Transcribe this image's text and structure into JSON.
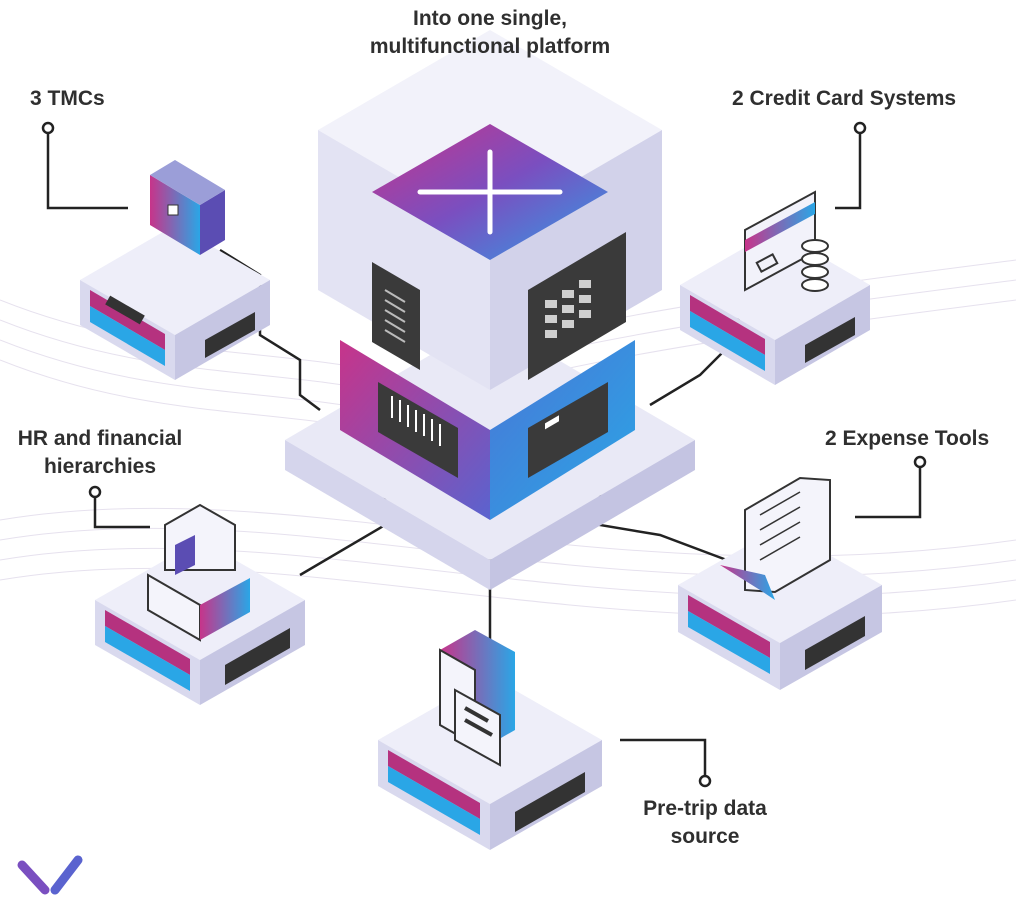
{
  "labels": {
    "platform": [
      "Into one single,",
      "multifunctional platform"
    ],
    "tmcs": "3 TMCs",
    "credit_cards": "2 Credit Card Systems",
    "hr": [
      "HR and financial",
      "hierarchies"
    ],
    "expense": "2 Expense Tools",
    "pretrip": [
      "Pre-trip data",
      "source"
    ]
  },
  "colors": {
    "server_light": "#eeeef9",
    "server_left": "#d9d9ee",
    "server_right": "#c6c6e3",
    "accent_magenta": "#b5327f",
    "accent_blue": "#2aa6e6",
    "accent_purple": "#6a4fc0",
    "line": "#222222",
    "text": "#2f2f2f"
  },
  "icons": [
    "briefcase-icon",
    "credit-card-icon",
    "coin-stack-icon",
    "file-box-icon",
    "receipt-icon",
    "data-form-icon",
    "platform-cross-icon",
    "brand-logo-icon"
  ]
}
